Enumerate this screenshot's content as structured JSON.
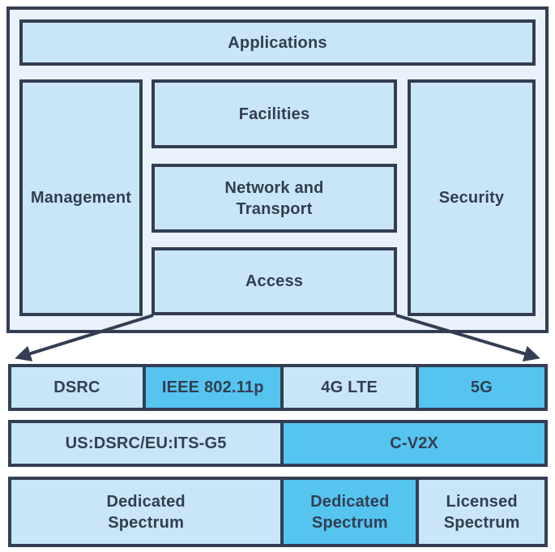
{
  "colors": {
    "border": "#333e52",
    "text": "#333e52",
    "boxfill": "#c9e6f8",
    "palefill": "#e9f2fb",
    "highlight": "#55c5f0",
    "background": "#ffffff"
  },
  "stack": {
    "applications": "Applications",
    "management": "Management",
    "facilities": "Facilities",
    "network_transport": "Network and\nTransport",
    "access": "Access",
    "security": "Security"
  },
  "rows": [
    {
      "name": "access-technologies",
      "cells": [
        {
          "label": "DSRC",
          "highlight": false
        },
        {
          "label": "IEEE 802.11p",
          "highlight": true
        },
        {
          "label": "4G LTE",
          "highlight": false
        },
        {
          "label": "5G",
          "highlight": true
        }
      ]
    },
    {
      "name": "regional-standards",
      "cells": [
        {
          "label": "US:DSRC/EU:ITS-G5",
          "highlight": false
        },
        {
          "label": "C-V2X",
          "highlight": true
        }
      ]
    },
    {
      "name": "spectrum",
      "cells": [
        {
          "label": "Dedicated\nSpectrum",
          "highlight": false
        },
        {
          "label": "Dedicated\nSpectrum",
          "highlight": true
        },
        {
          "label": "Licensed\nSpectrum",
          "highlight": false
        }
      ]
    }
  ]
}
